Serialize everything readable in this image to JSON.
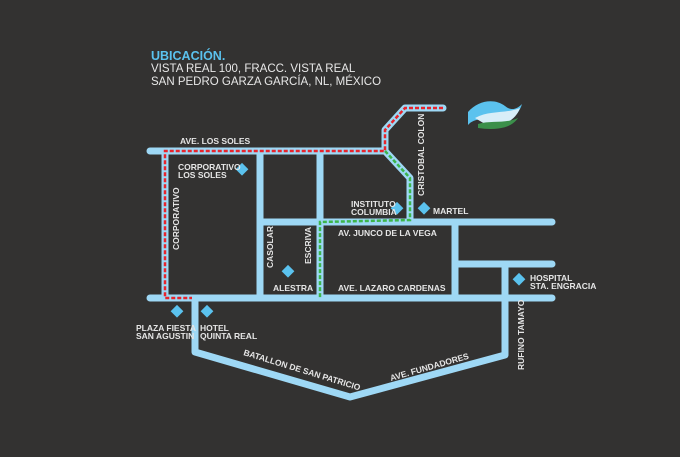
{
  "header": {
    "title": "UBICACIÓN.",
    "address_line1": "VISTA REAL 100, FRACC. VISTA REAL",
    "address_line2": "SAN PEDRO GARZA GARCÍA, NL, MÉXICO"
  },
  "streets": {
    "los_soles": "AVE. LOS SOLES",
    "corporativo": "CORPORATIVO",
    "cristobal_colon": "CRISTOBAL COLON",
    "junco": "AV. JUNCO DE LA VEGA",
    "casolar": "CASOLAR",
    "escriva": "ESCRIVA",
    "lazaro": "AVE. LAZARO CARDENAS",
    "batallon": "BATALLON DE SAN PATRICIO",
    "fundadores": "AVE. FUNDADORES",
    "rufino": "RUFINO TAMAYO"
  },
  "landmarks": {
    "corp_soles_1": "CORPORATIVO",
    "corp_soles_2": "LOS SOLES",
    "instituto_1": "INSTITUTO",
    "instituto_2": "COLUMBIA",
    "martel": "MARTEL",
    "alestra": "ALESTRA",
    "plaza_1": "PLAZA FIESTA",
    "plaza_2": "SAN AGUSTIN",
    "hotel_1": "HOTEL",
    "hotel_2": "QUINTA REAL",
    "hospital_1": "HOSPITAL",
    "hospital_2": "STA. ENGRACIA"
  },
  "colors": {
    "road": "#9ed8f5",
    "route_red": "#e8242b",
    "route_green": "#3cb54a",
    "marker": "#5bc2ee",
    "background": "#333231"
  }
}
